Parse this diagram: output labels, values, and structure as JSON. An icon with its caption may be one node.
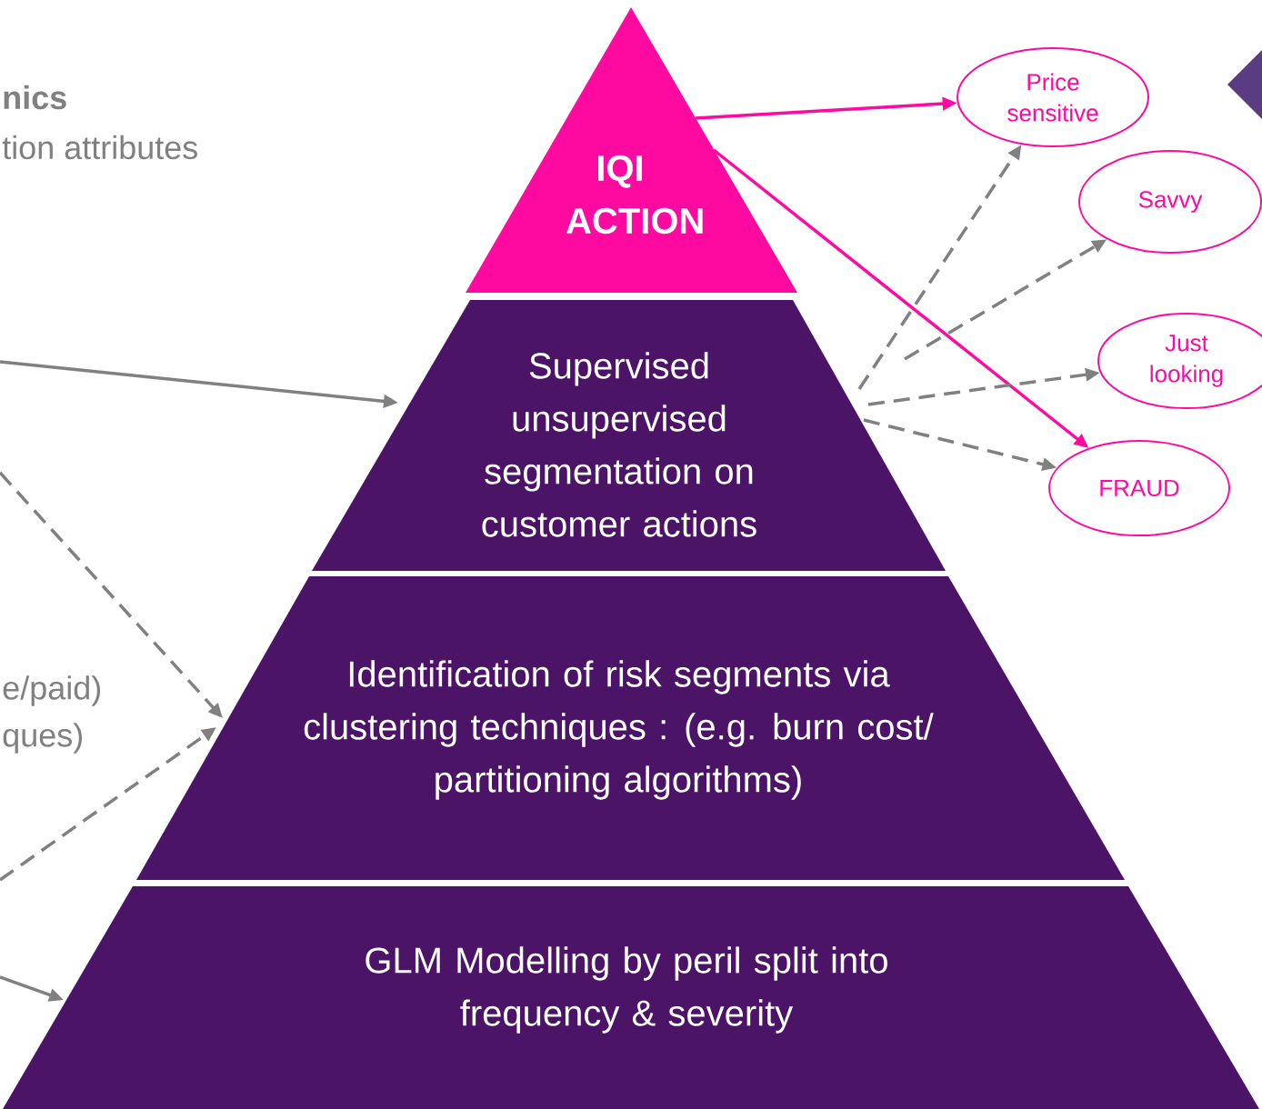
{
  "diagram": {
    "nodes": [
      {
        "text": [
          "IQI ACTION"
        ]
      },
      {
        "text": [
          "Supervised unsupervised segmentation on customer actions"
        ]
      },
      {
        "text": [
          "Identification of risk segments via clustering techniques : (e.g. burn cost/ partitioning algorithms)"
        ]
      },
      {
        "text": [
          "GLM Modelling by peril split into frequency & severity"
        ]
      },
      {
        "text": [
          "Price sensitive"
        ]
      },
      {
        "text": [
          "Savvy"
        ]
      },
      {
        "text": [
          "Just looking"
        ]
      },
      {
        "text": [
          "FRAUD"
        ]
      }
    ],
    "edges": [
      {
        "from": null,
        "to": 1,
        "arrow": "to"
      },
      {
        "from": null,
        "to": 2,
        "arrow": "to",
        "style": "dashed"
      },
      {
        "from": null,
        "to": 2,
        "arrow": "to",
        "style": "dashed"
      },
      {
        "from": null,
        "to": 3,
        "arrow": "to"
      },
      {
        "from": 0,
        "to": 4,
        "arrow": "to",
        "color": "#ff0aa0"
      },
      {
        "from": 0,
        "to": 7,
        "arrow": "to",
        "color": "#ff0aa0"
      },
      {
        "from": 1,
        "to": 4,
        "arrow": "to",
        "style": "dashed"
      },
      {
        "from": 1,
        "to": 5,
        "arrow": "to",
        "style": "dashed"
      },
      {
        "from": 1,
        "to": 6,
        "arrow": "to",
        "style": "dashed"
      },
      {
        "from": 1,
        "to": 7,
        "arrow": "to",
        "style": "dashed"
      }
    ],
    "labels": [
      "nics",
      "tion attributes",
      "e/paid)",
      "ques)"
    ]
  }
}
